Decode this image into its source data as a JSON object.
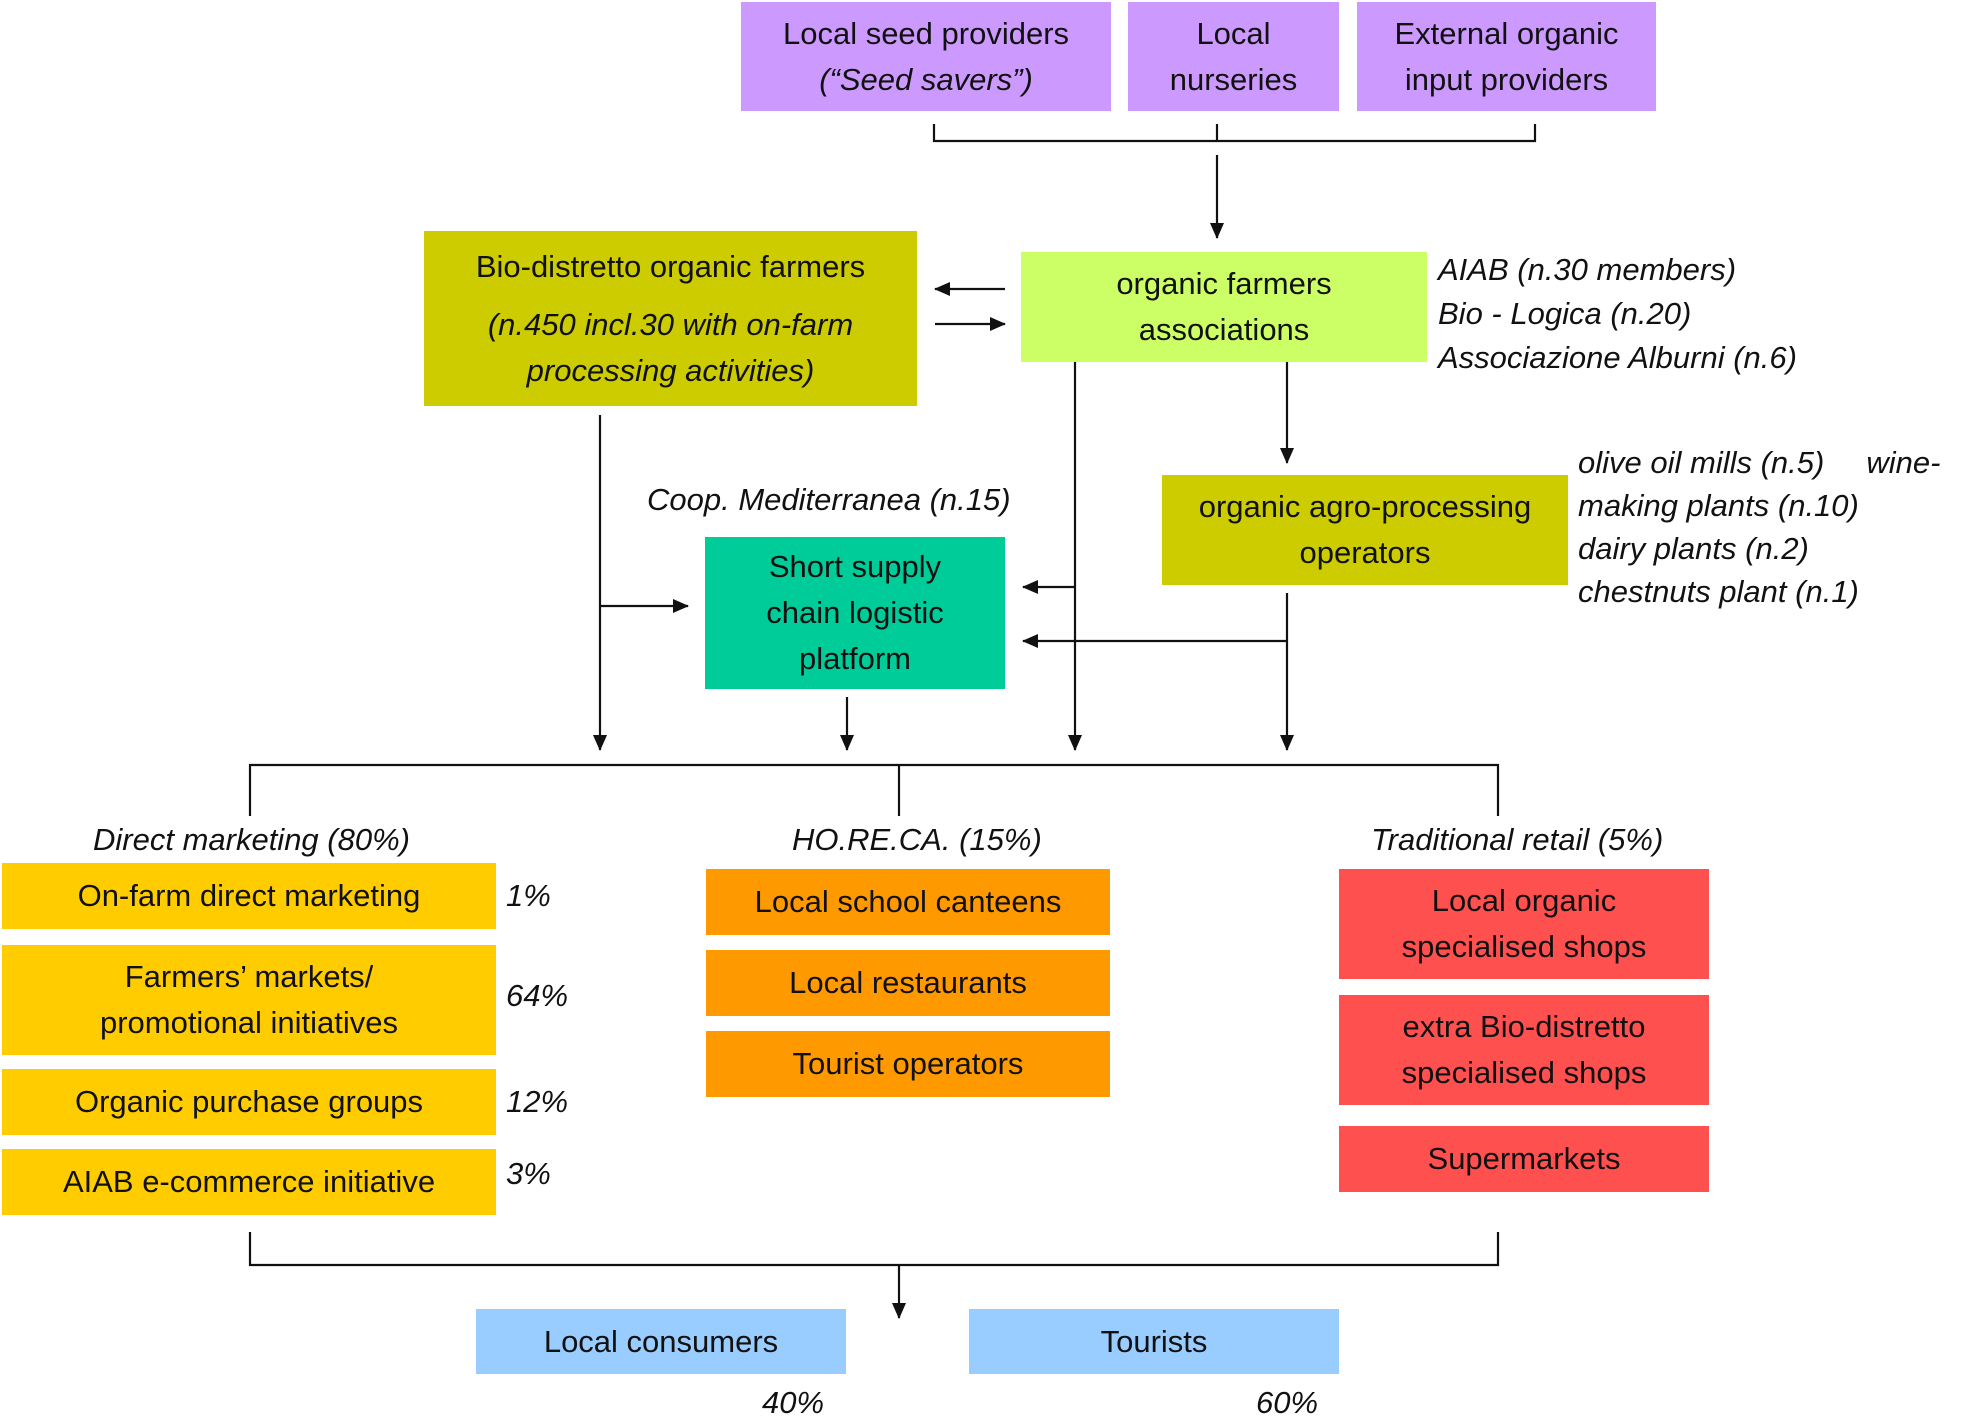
{
  "inputs": {
    "seed": {
      "line1": "Local seed providers",
      "line2": "(“Seed savers”)"
    },
    "nurseries": {
      "line1": "Local",
      "line2": "nurseries"
    },
    "external": {
      "line1": "External organic",
      "line2": "input providers"
    }
  },
  "farmers": {
    "line1": "Bio-distretto organic farmers",
    "line2": "(n.450 incl.30 with on-farm",
    "line3": "processing activities)"
  },
  "associations": {
    "line1": "organic farmers",
    "line2": "associations",
    "notes": [
      "AIAB (n.30 members)",
      "Bio - Logica (n.20)",
      "Associazione Alburni (n.6)"
    ]
  },
  "processing": {
    "line1": "organic agro-processing",
    "line2": "operators",
    "notes": [
      "olive oil mills (n.5)",
      "wine-",
      "making plants (n.10)",
      "dairy plants (n.2)",
      "chestnuts plant (n.1)"
    ]
  },
  "platform": {
    "caption": "Coop. Mediterranea (n.15)",
    "line1": "Short supply",
    "line2": "chain logistic",
    "line3": "platform"
  },
  "direct": {
    "heading": "Direct marketing (80%)",
    "items": [
      {
        "label1": "On-farm direct marketing",
        "label2": "",
        "pct": "1%"
      },
      {
        "label1": "Farmers’ markets/",
        "label2": "promotional initiatives",
        "pct": "64%"
      },
      {
        "label1": "Organic purchase groups",
        "label2": "",
        "pct": "12%"
      },
      {
        "label1": "AIAB e-commerce initiative",
        "label2": "",
        "pct": "3%"
      }
    ]
  },
  "horeca": {
    "heading": "HO.RE.CA. (15%)",
    "items": [
      "Local school canteens",
      "Local restaurants",
      "Tourist operators"
    ]
  },
  "retail": {
    "heading": "Traditional retail (5%)",
    "items": [
      {
        "label1": "Local organic",
        "label2": "specialised shops"
      },
      {
        "label1": "extra Bio-distretto",
        "label2": "specialised shops"
      },
      {
        "label1": "Supermarkets",
        "label2": ""
      }
    ]
  },
  "consumers": {
    "local": {
      "label": "Local consumers",
      "pct": "40%"
    },
    "tourists": {
      "label": "Tourists",
      "pct": "60%"
    }
  },
  "colors": {
    "inputs": "#cc99ff",
    "farmers": "#cccc00",
    "associations": "#ccff66",
    "processing": "#cccc00",
    "platform": "#00cc99",
    "direct": "#ffcc00",
    "horeca": "#ff9900",
    "retail": "#ff5050",
    "consumers": "#99ccff"
  }
}
